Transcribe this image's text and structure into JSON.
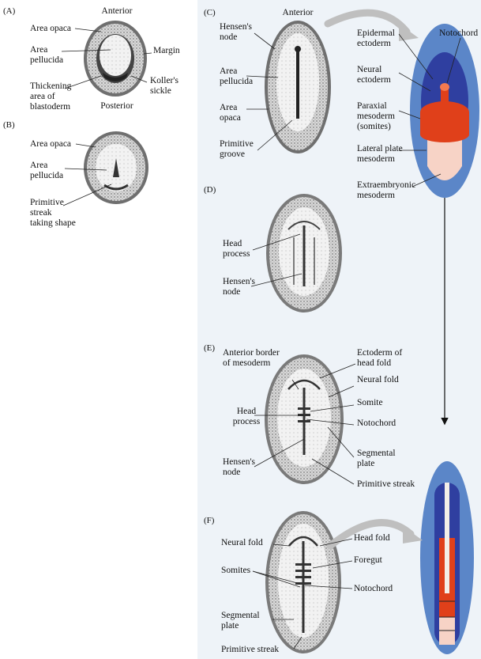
{
  "panels": [
    {
      "id": "A",
      "letter": "(A)",
      "labels": {
        "top": "Anterior",
        "bottom": "Posterior",
        "area_opaca": "Area opaca",
        "area_pellucida": "Area\npellucida",
        "thickening": "Thickening\narea of\nblastoderm",
        "margin": "Margin",
        "kollers_sickle": "Koller's\nsickle"
      }
    },
    {
      "id": "B",
      "letter": "(B)",
      "labels": {
        "area_opaca": "Area opaca",
        "area_pellucida": "Area\npellucida",
        "primitive_streak": "Primitive\nstreak\ntaking shape"
      }
    },
    {
      "id": "C",
      "letter": "(C)",
      "labels": {
        "top": "Anterior",
        "hensens_node": "Hensen's\nnode",
        "area_pellucida": "Area\npellucida",
        "area_opaca": "Area\nopaca",
        "primitive_groove": "Primitive\ngroove"
      }
    },
    {
      "id": "D",
      "letter": "(D)",
      "labels": {
        "head_process": "Head\nprocess",
        "hensens_node": "Hensen's\nnode"
      }
    },
    {
      "id": "E",
      "letter": "(E)",
      "labels": {
        "anterior_border": "Anterior border\nof mesoderm",
        "head_process": "Head\nprocess",
        "hensens_node": "Hensen's\nnode",
        "ectoderm_head_fold": "Ectoderm of\nhead fold",
        "neural_fold": "Neural fold",
        "somite": "Somite",
        "notochord": "Notochord",
        "segmental_plate": "Segmental\nplate",
        "primitive_streak": "Primitive streak"
      }
    },
    {
      "id": "F",
      "letter": "(F)",
      "labels": {
        "neural_fold": "Neural fold",
        "somites": "Somites",
        "segmental_plate": "Segmental\nplate",
        "primitive_streak": "Primitive streak",
        "head_fold": "Head fold",
        "foregut": "Foregut",
        "notochord": "Notochord"
      }
    }
  ],
  "fate_map": {
    "notochord": "Notochord",
    "epidermal_ectoderm": "Epidermal\nectoderm",
    "neural_ectoderm": "Neural\nectoderm",
    "paraxial_mesoderm": "Paraxial\nmesoderm\n(somites)",
    "lateral_plate": "Lateral plate\nmesoderm",
    "extraembryonic": "Extraembryonic\nmesoderm"
  },
  "colors": {
    "outer_blue": "#5b86c8",
    "inner_blue": "#2f3fa0",
    "red_orange": "#e0401a",
    "pale_pink": "#f7d3c6",
    "panel_bg": "#f0f4f8",
    "arrow_gray": "#bfbfbf"
  }
}
